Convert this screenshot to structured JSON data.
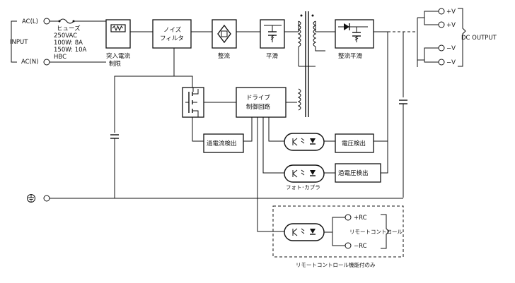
{
  "labels": {
    "input": "INPUT",
    "ac_l": "AC(L)",
    "ac_n": "AC(N)",
    "fuse_title": "ヒューズ",
    "fuse_lines": [
      "250VAC",
      "100W: 8A",
      "150W: 10A",
      "HBC"
    ],
    "inrush_line1": "突入電流",
    "inrush_line2": "制限",
    "noise_line1": "ノイズ",
    "noise_line2": "フィルタ",
    "rectifier": "整流",
    "smoothing": "平滑",
    "rect_smooth": "整流平滑",
    "drive_line1": "ドライブ",
    "drive_line2": "制御回路",
    "overcurrent": "過電流検出",
    "voltage_detect": "電圧検出",
    "overvoltage": "過電圧検出",
    "photocoupler": "フォト･カプラ",
    "plus_v1": "+V",
    "plus_v2": "+V",
    "minus_v1": "−V",
    "minus_v2": "−V",
    "dc_output": "DC OUTPUT",
    "plus_rc": "+RC",
    "minus_rc": "−RC",
    "remote_control": "リモートコントロール",
    "remote_note": "リモートコントロール機能付のみ"
  },
  "icons": {
    "fuse": "fuse-icon",
    "thermistor": "thermistor-icon",
    "bridge": "bridge-rectifier-icon",
    "capacitor": "capacitor-icon",
    "diode": "diode-icon",
    "transformer": "transformer-icon",
    "switch": "mosfet-switch-icon",
    "optocoupler": "optocoupler-icon",
    "ground": "ground-icon"
  }
}
